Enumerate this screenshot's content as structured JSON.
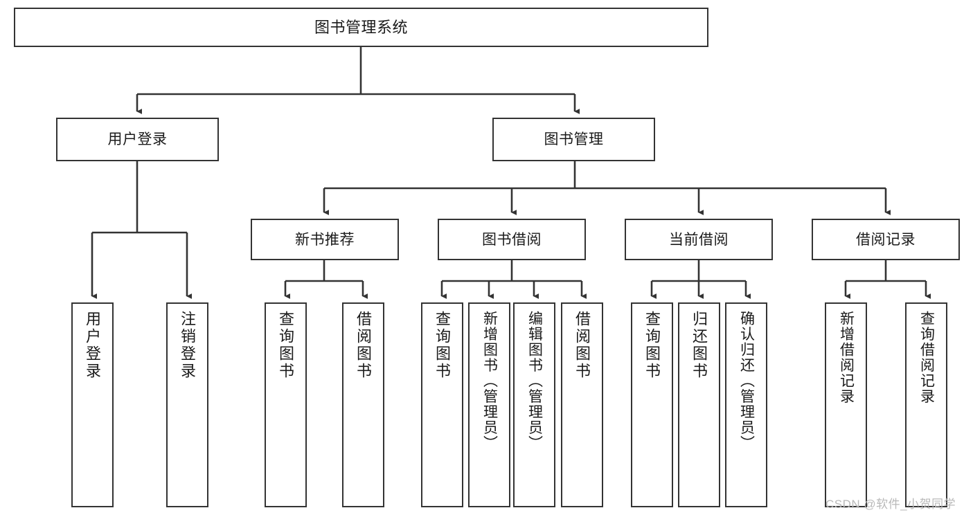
{
  "diagram": {
    "title": "图书管理系统",
    "type": "tree-hierarchy-chart",
    "root": {
      "id": "root",
      "label": "图书管理系统"
    },
    "level2": [
      {
        "id": "user-login",
        "label": "用户登录"
      },
      {
        "id": "book-manage",
        "label": "图书管理"
      }
    ],
    "level3": [
      {
        "id": "new-book-rec",
        "label": "新书推荐",
        "parent": "book-manage"
      },
      {
        "id": "book-borrow",
        "label": "图书借阅",
        "parent": "book-manage"
      },
      {
        "id": "current-borrow",
        "label": "当前借阅",
        "parent": "book-manage"
      },
      {
        "id": "borrow-record",
        "label": "借阅记录",
        "parent": "book-manage"
      }
    ],
    "leaves": [
      {
        "id": "leaf-user-login",
        "label": "用户登录",
        "parent": "user-login"
      },
      {
        "id": "leaf-logout",
        "label": "注销登录",
        "parent": "user-login"
      },
      {
        "id": "leaf-query-book-1",
        "label": "查询图书",
        "parent": "new-book-rec"
      },
      {
        "id": "leaf-borrow-book-1",
        "label": "借阅图书",
        "parent": "new-book-rec"
      },
      {
        "id": "leaf-query-book-2",
        "label": "查询图书",
        "parent": "book-borrow"
      },
      {
        "id": "leaf-add-book",
        "label": "新增图书（管理员）",
        "parent": "book-borrow"
      },
      {
        "id": "leaf-edit-book",
        "label": "编辑图书（管理员）",
        "parent": "book-borrow"
      },
      {
        "id": "leaf-borrow-book-2",
        "label": "借阅图书",
        "parent": "book-borrow"
      },
      {
        "id": "leaf-query-book-3",
        "label": "查询图书",
        "parent": "current-borrow"
      },
      {
        "id": "leaf-return-book",
        "label": "归还图书",
        "parent": "current-borrow"
      },
      {
        "id": "leaf-confirm-return",
        "label": "确认归还（管理员）",
        "parent": "current-borrow"
      },
      {
        "id": "leaf-add-record",
        "label": "新增借阅记录",
        "parent": "borrow-record"
      },
      {
        "id": "leaf-query-record",
        "label": "查询借阅记录",
        "parent": "borrow-record"
      }
    ],
    "colors": {
      "box_border": "#333333",
      "box_fill": "#ffffff",
      "edge": "#333333",
      "text": "#1a1a1a",
      "watermark": "#b9b9b9"
    }
  },
  "watermark": {
    "text": "CSDN @软件_小贺同学"
  }
}
